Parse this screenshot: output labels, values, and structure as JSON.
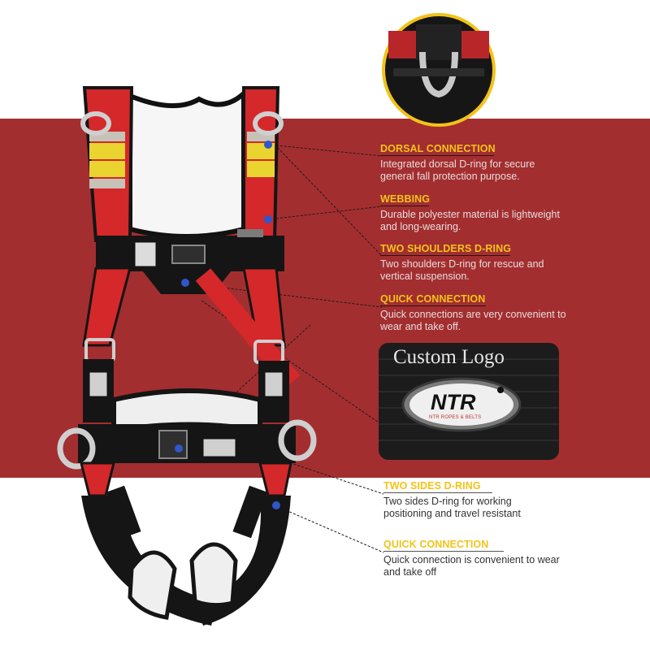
{
  "colors": {
    "band": "#a32e30",
    "title_yellow": "#f2c318",
    "webbing_red": "#d4282a",
    "webbing_black": "#151515",
    "reflective_yellow": "#e9d430"
  },
  "features": [
    {
      "title": "DORSAL CONNECTION",
      "desc": "Integrated dorsal D-ring for secure\ngeneral fall protection purpose."
    },
    {
      "title": "WEBBING",
      "desc": "Durable polyester material is lightweight\nand long-wearing."
    },
    {
      "title": "TWO SHOULDERS D-RING",
      "desc": "Two shoulders D-ring for rescue and\nvertical suspension."
    },
    {
      "title": "QUICK CONNECTION",
      "desc": "Quick connections are very convenient to\nwear and take off."
    },
    {
      "title": "TWO SIDES D-RING",
      "desc": "Two sides D-ring for working\npositioning and travel resistant"
    },
    {
      "title": "QUICK CONNECTION",
      "desc": "Quick connection is convenient to wear\nand take off"
    }
  ],
  "logo_panel": {
    "caption": "Custom Logo",
    "brand": "NTR",
    "tagline": "NTR ROPES & BELTS"
  }
}
